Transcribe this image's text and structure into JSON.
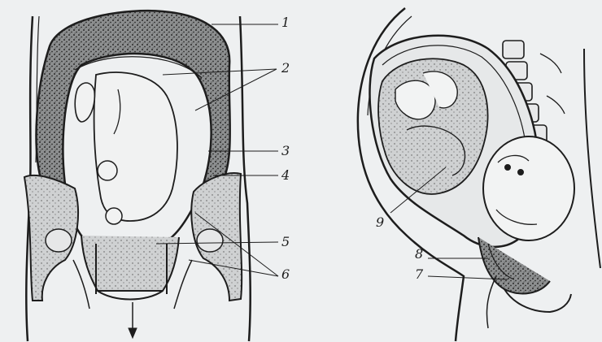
{
  "figure": {
    "callouts": [
      {
        "id": "c1",
        "label": "1"
      },
      {
        "id": "c2",
        "label": "2"
      },
      {
        "id": "c3",
        "label": "3"
      },
      {
        "id": "c4",
        "label": "4"
      },
      {
        "id": "c5",
        "label": "5"
      },
      {
        "id": "c6",
        "label": "6"
      },
      {
        "id": "c7",
        "label": "7"
      },
      {
        "id": "c8",
        "label": "8"
      },
      {
        "id": "c9",
        "label": "9"
      }
    ],
    "colors": {
      "background": "#eef0f1",
      "ink": "#1d1d1d",
      "stipple": "#3a3a3a"
    }
  }
}
